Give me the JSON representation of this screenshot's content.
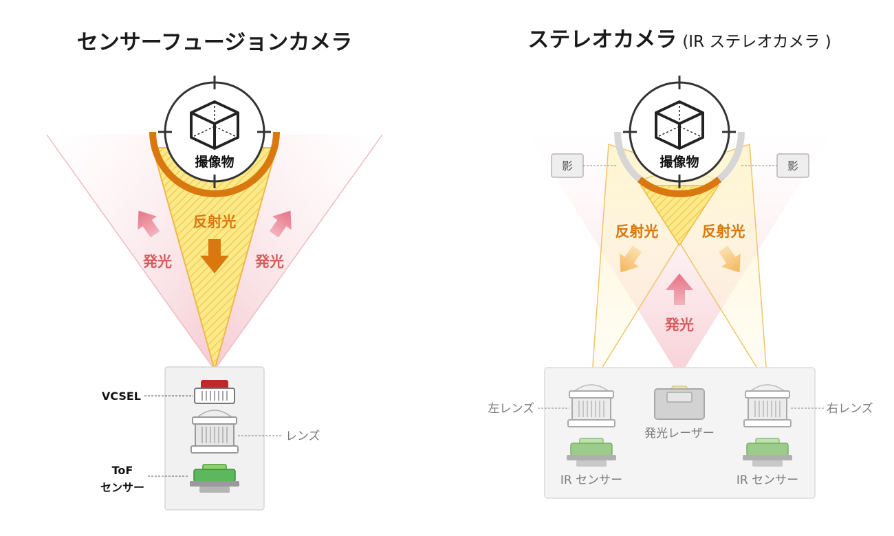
{
  "left_panel": {
    "title": "センサーフュージョンカメラ",
    "object_label": "撮像物",
    "reflected_label": "反射光",
    "emit_left": "発光",
    "emit_right": "発光",
    "vcsel_label": "VCSEL",
    "lens_label": "レンズ",
    "tof_label_line1": "ToF",
    "tof_label_line2": "センサー"
  },
  "right_panel": {
    "title_main": "ステレオカメラ",
    "title_sub": "(IR ステレオカメラ )",
    "object_label": "撮像物",
    "shadow_left": "影",
    "shadow_right": "影",
    "reflected_left": "反射光",
    "reflected_right": "反射光",
    "emit_label": "発光",
    "left_lens_label": "左レンズ",
    "right_lens_label": "右レンズ",
    "laser_label": "発光レーザー",
    "ir_sensor_left": "IR センサー",
    "ir_sensor_right": "IR センサー"
  },
  "colors": {
    "orange": "#d9780f",
    "emit_red": "#d85a5a",
    "vcsel_red": "#c0282a",
    "tof_green": "#5cb85c",
    "ir_green": "#9ccc8a",
    "housing_gray": "#f1f1f1"
  }
}
